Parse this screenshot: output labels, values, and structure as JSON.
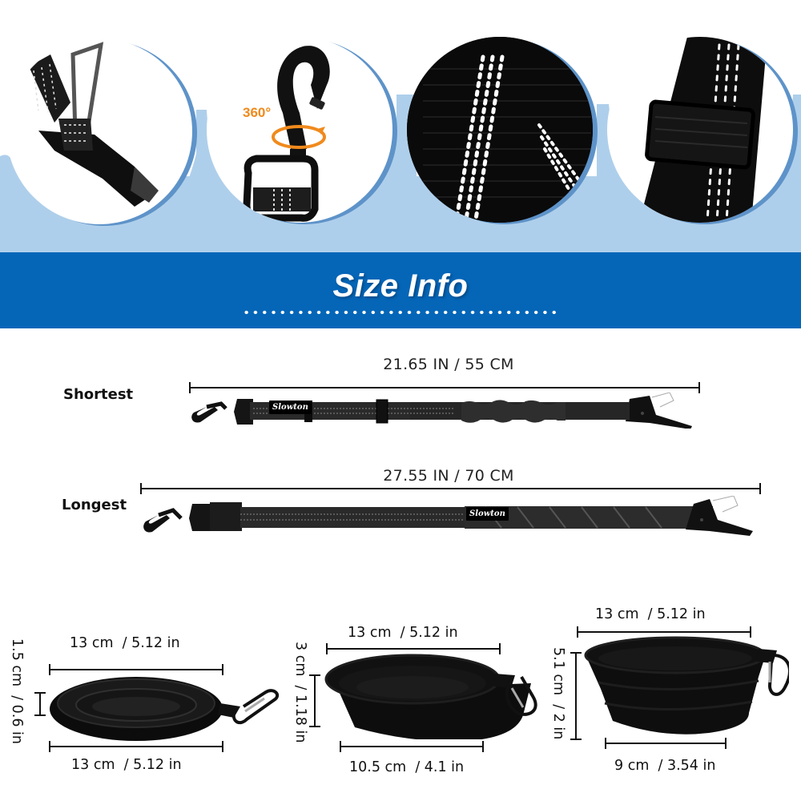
{
  "features": {
    "items": [
      {
        "name": "seat-belt-clip",
        "caption": ""
      },
      {
        "name": "swivel-snap-hook",
        "caption": "360°"
      },
      {
        "name": "reflective-stitching",
        "caption": ""
      },
      {
        "name": "adjustable-slider-buckle",
        "caption": ""
      }
    ],
    "rotation_label": "360°",
    "colors": {
      "wave": "#aecfeb",
      "circle_rim": "#5e93c9",
      "accent_orange": "#f08a1c"
    }
  },
  "banner": {
    "title": "Size Info",
    "background": "#0566b8"
  },
  "leash": {
    "shortest": {
      "label": "Shortest",
      "dimension": "21.65 IN / 55 CM",
      "brand": "Slowton"
    },
    "longest": {
      "label": "Longest",
      "dimension": "27.55 IN / 70 CM",
      "brand": "Slowton"
    }
  },
  "bowls": [
    {
      "state": "collapsed",
      "top_width": "13 cm  / 5.12 in",
      "height": "1.5 cm  / 0.6 in",
      "bottom_width": "13 cm  / 5.12 in"
    },
    {
      "state": "half-expanded",
      "top_width": "13 cm  / 5.12 in",
      "height": "3 cm  / 1.18 in",
      "bottom_width": "10.5 cm  / 4.1 in"
    },
    {
      "state": "fully-expanded",
      "top_width": "13 cm  / 5.12 in",
      "height": "5.1 cm  / 2 in",
      "bottom_width": "9 cm  / 3.54 in"
    }
  ]
}
